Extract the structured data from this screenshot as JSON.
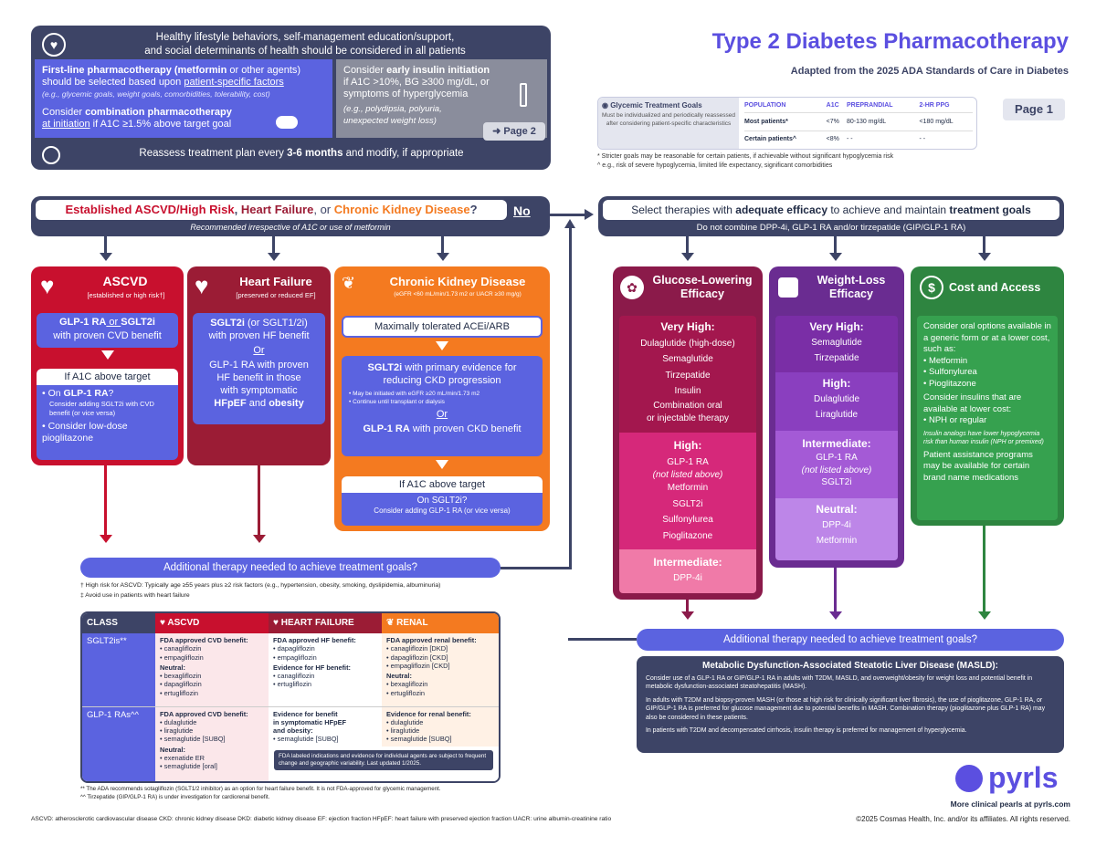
{
  "title": "Type 2 Diabetes Pharmacotherapy",
  "subtitle": "Adapted from the 2025 ADA Standards of Care in Diabetes",
  "page_badge": "Page 1",
  "top": {
    "lifestyle1": "Healthy lifestyle behaviors, self-management education/support,",
    "lifestyle2": "and social determinants of health should be considered in all patients",
    "first_line_b": "First-line pharmacotherapy (metformin",
    "first_line_r": " or other agents)",
    "first_line2a": "should be selected based upon ",
    "first_line2b": "patient-specific factors",
    "first_line3": "(e.g., glycemic goals, weight goals, comorbidities, tolerability, cost)",
    "combo1a": "Consider ",
    "combo1b": "combination pharmacotherapy",
    "combo2a": "at initiation",
    "combo2b": " if A1C ≥1.5% above target goal",
    "insulin1a": "Consider ",
    "insulin1b": "early insulin initiation",
    "insulin2": "if A1C >10%, BG ≥300 mg/dL, or",
    "insulin3": "symptoms of hyperglycemia",
    "insulin4": "(e.g., polydipsia, polyuria,",
    "insulin5": "unexpected weight loss)",
    "page2": "Page 2",
    "reassess_a": "Reassess treatment plan every ",
    "reassess_b": "3-6 months",
    "reassess_c": " and modify, if appropriate"
  },
  "goals": {
    "title": "Glycemic Treatment Goals",
    "note": "Must be individualized and periodically reassessed after considering patient-specific characteristics",
    "headers": [
      "POPULATION",
      "A1C",
      "PREPRANDIAL",
      "2-HR PPG"
    ],
    "rows": [
      [
        "Most patients*",
        "<7%",
        "80-130 mg/dL",
        "<180 mg/dL"
      ],
      [
        "Certain patients^",
        "<8%",
        "- -",
        "- -"
      ]
    ],
    "fn1": "* Stricter goals may be reasonable for certain patients, if achievable without significant hypoglycemia risk",
    "fn2": "^ e.g., risk of severe hypoglycemia, limited life expectancy, significant comorbidities"
  },
  "question": {
    "part1": "Established ASCVD/High Risk",
    "sep1": ", ",
    "part2": "Heart Failure",
    "sep2": ", or ",
    "part3": "Chronic Kidney Disease",
    "q": "?",
    "no": "No",
    "sub": "Recommended irrespective of A1C or use of metformin"
  },
  "select": {
    "a": "Select therapies with ",
    "b": "adequate efficacy",
    "c": " to achieve and maintain ",
    "d": "treatment goals",
    "sub": "Do not combine DPP-4i, GLP-1 RA and/or tirzepatide (GIP/GLP-1 RA)"
  },
  "ascvd": {
    "title": "ASCVD",
    "sub": "[established or high risk†]",
    "box1a": "GLP-1 RA",
    "box1b": " or ",
    "box1c": "SGLT2i",
    "box1d": "with proven CVD benefit",
    "a1c": "If A1C above target",
    "b1a": "On ",
    "b1b": "GLP-1 RA",
    "b1c": "?",
    "b1d": "Consider adding SGLT2i with CVD benefit (or vice versa)",
    "b2": "Consider low-dose pioglitazone"
  },
  "hf": {
    "title": "Heart Failure",
    "sub": "[preserved or reduced EF]",
    "l1a": "SGLT2i",
    "l1b": " (or SGLT1/2i)",
    "l2": "with proven HF benefit",
    "or": "Or",
    "l3": "GLP-1 RA with proven",
    "l4": "HF benefit in those",
    "l5": "with symptomatic",
    "l6a": "HFpEF",
    "l6b": " and ",
    "l6c": "obesity"
  },
  "ckd": {
    "title": "Chronic Kidney Disease",
    "sub": "(eGFR <60 mL/min/1.73 m2 or UACR ≥30 mg/g)",
    "box1": "Maximally tolerated ACEi/ARB",
    "s1a": "SGLT2i",
    "s1b": " with primary evidence for",
    "s2": "reducing CKD progression",
    "s3": "• May be initiated with eGFR ≥20 mL/min/1.73 m2",
    "s4": "• Continue until transplant or dialysis",
    "or": "Or",
    "s5a": "GLP-1 RA",
    "s5b": " with proven CKD benefit",
    "a1c": "If A1C above target",
    "on": "On SGLT2i?",
    "cons": "Consider adding GLP-1 RA (or vice versa)"
  },
  "glucose": {
    "title1": "Glucose-Lowering",
    "title2": "Efficacy",
    "vh": "Very High:",
    "vh_items": [
      "Dulaglutide (high-dose)",
      "Semaglutide",
      "Tirzepatide",
      "Insulin",
      "Combination oral",
      "or injectable therapy"
    ],
    "h": "High:",
    "h_items": [
      "GLP-1 RA",
      "(not listed above)",
      "Metformin",
      "SGLT2i",
      "Sulfonylurea",
      "Pioglitazone"
    ],
    "im": "Intermediate:",
    "im_items": [
      "DPP-4i"
    ]
  },
  "weight": {
    "title1": "Weight-Loss",
    "title2": "Efficacy",
    "vh": "Very High:",
    "vh_items": [
      "Semaglutide",
      "Tirzepatide"
    ],
    "h": "High:",
    "h_items": [
      "Dulaglutide",
      "Liraglutide"
    ],
    "im": "Intermediate:",
    "im_items": [
      "GLP-1 RA",
      "(not listed above)",
      "SGLT2i"
    ],
    "n": "Neutral:",
    "n_items": [
      "DPP-4i",
      "Metformin"
    ]
  },
  "cost": {
    "title": "Cost and Access",
    "p1": "Consider oral options available in a generic form or at a lower cost, such as:",
    "l1": [
      "• Metformin",
      "• Sulfonylurea",
      "• Pioglitazone"
    ],
    "p2": "Consider insulins that are available at lower cost:",
    "l2": [
      "• NPH or regular"
    ],
    "note": "Insulin analogs have lower hypoglycemia risk than human insulin (NPH or premixed)",
    "p3": "Patient assistance programs may be available for certain brand name medications"
  },
  "additional_left": "Additional therapy needed to achieve treatment goals?",
  "additional_right": "Additional therapy needed to achieve treatment goals?",
  "footnotes": {
    "dagger": "† High risk for ASCVD: Typically age ≥55 years plus ≥2 risk factors (e.g., hypertension, obesity, smoking, dyslipidemia, albuminuria)",
    "ddagger": "‡ Avoid use in patients with heart failure"
  },
  "class_table": {
    "h0": "CLASS",
    "h1": "ASCVD",
    "h2": "HEART FAILURE",
    "h3": "RENAL",
    "sglt_label": "SGLT2is**",
    "glp_label": "GLP-1 RAs^^",
    "sglt_ascvd": [
      "FDA approved CVD benefit:",
      "• canagliflozin",
      "• empagliflozin",
      "Neutral:",
      "• bexagliflozin",
      "• dapagliflozin",
      "• ertugliflozin"
    ],
    "sglt_hf": [
      "FDA approved HF benefit:",
      "• dapagliflozin",
      "• empagliflozin",
      "Evidence for HF benefit:",
      "• canagliflozin",
      "• ertugliflozin"
    ],
    "sglt_renal": [
      "FDA approved renal benefit:",
      "• canagliflozin [DKD]",
      "• dapagliflozin [CKD]",
      "• empagliflozin [CKD]",
      "Neutral:",
      "• bexagliflozin",
      "• ertugliflozin"
    ],
    "glp_ascvd": [
      "FDA approved CVD benefit:",
      "• dulaglutide",
      "• liraglutide",
      "• semaglutide [SUBQ]",
      "Neutral:",
      "• exenatide ER",
      "• semaglutide [oral]"
    ],
    "glp_hf": [
      "Evidence for benefit",
      "in symptomatic HFpEF",
      "and obesity:",
      "• semaglutide [SUBQ]"
    ],
    "glp_renal": [
      "Evidence for renal benefit:",
      "• dulaglutide",
      "• liraglutide",
      "• semaglutide [SUBQ]"
    ],
    "fda_note": "FDA labeled indications and evidence for individual agents are subject to frequent change and geographic variability. Last updated 1/2025.",
    "fn1": "** The ADA recommends sotagliflozin (SGLT1/2 inhibitor) as an option for heart failure benefit. It is not FDA-approved for glycemic management.",
    "fn2": "^^ Tirzepatide (GIP/GLP-1 RA) is under investigation for cardiorenal benefit."
  },
  "masld": {
    "title": "Metabolic Dysfunction-Associated Steatotic Liver Disease (MASLD):",
    "p1": "Consider use of a GLP-1 RA or GIP/GLP-1 RA in adults with T2DM, MASLD, and overweight/obesity for weight loss and potential benefit in metabolic dysfunction-associated steatohepatitis (MASH).",
    "p2": "In adults with T2DM and biopsy-proven MASH (or those at high risk for clinically significant liver fibrosis), the use of pioglitazone, GLP-1 RA, or GIP/GLP-1 RA is preferred for glucose management due to potential benefits in MASH. Combination therapy (pioglitazone plus GLP-1 RA) may also be considered in these patients.",
    "p3": "In patients with T2DM and decompensated cirrhosis, insulin therapy is preferred for management of hyperglycemia."
  },
  "brand": "pyrls",
  "more": "More clinical pearls at pyrls.com",
  "abbrev": "ASCVD: atherosclerotic cardiovascular disease CKD: chronic kidney disease DKD: diabetic kidney disease EF: ejection fraction HFpEF: heart failure with preserved ejection fraction UACR: urine albumin-creatinine ratio",
  "copyright": "©2025 Cosmas Health, Inc. and/or its affiliates. All rights reserved.",
  "colors": {
    "navy": "#3d4466",
    "red": "#c8102e",
    "maroon": "#9b1c35",
    "orange": "#f47a20",
    "blue": "#5b63e0",
    "purple": "#6a2c91",
    "green": "#2e8540",
    "magenta": "#8b1a4a",
    "brand": "#5b4fe0"
  }
}
